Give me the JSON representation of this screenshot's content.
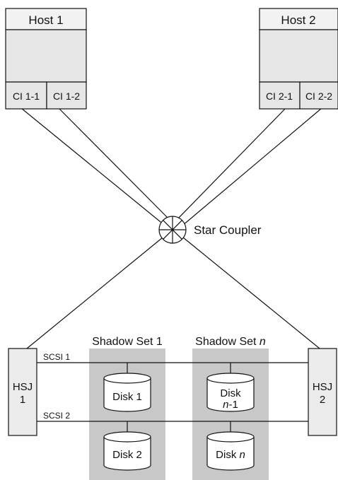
{
  "hosts": [
    {
      "title": "Host 1",
      "ci_left": "CI 1-1",
      "ci_right": "CI 1-2"
    },
    {
      "title": "Host 2",
      "ci_left": "CI 2-1",
      "ci_right": "CI 2-2"
    }
  ],
  "star_coupler": {
    "label": "Star Coupler"
  },
  "controllers": [
    {
      "line1": "HSJ",
      "line2": "1"
    },
    {
      "line1": "HSJ",
      "line2": "2"
    }
  ],
  "buses": [
    {
      "label": "SCSI 1"
    },
    {
      "label": "SCSI 2"
    }
  ],
  "shadow_sets": [
    {
      "title": "Shadow Set 1",
      "title_italic": "",
      "disks": [
        {
          "line1": "Disk 1",
          "line2": "",
          "line2_italic": ""
        },
        {
          "line1": "Disk 2",
          "line2": "",
          "line2_italic": ""
        }
      ]
    },
    {
      "title": "Shadow Set ",
      "title_italic": "n",
      "disks": [
        {
          "line1": "Disk",
          "line2": "-1",
          "line2_italic": "n"
        },
        {
          "line1": "Disk ",
          "line2": "",
          "line2_italic": "n"
        }
      ]
    }
  ],
  "colors": {
    "host_body": "#e6e6e6",
    "host_title": "#f2f2f2",
    "shadow_set_bg": "#c8c8c8",
    "disk_fill": "#ffffff",
    "controller_fill": "#ebebeb",
    "line": "#111111"
  }
}
